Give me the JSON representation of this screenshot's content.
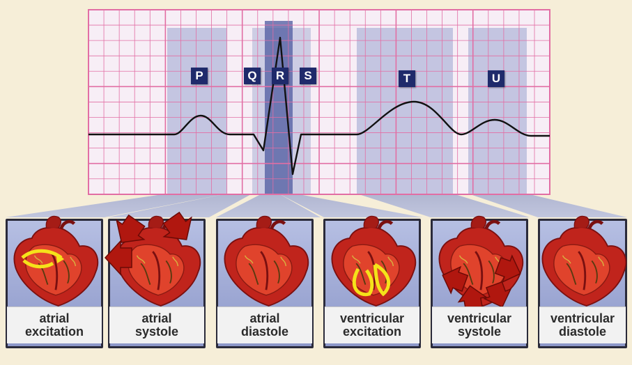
{
  "waves": [
    {
      "letter": "P"
    },
    {
      "letter": "Q"
    },
    {
      "letter": "R"
    },
    {
      "letter": "S"
    },
    {
      "letter": "T"
    },
    {
      "letter": "U"
    }
  ],
  "phases": [
    {
      "line1": "atrial",
      "line2": "excitation"
    },
    {
      "line1": "atrial",
      "line2": "systole"
    },
    {
      "line1": "atrial",
      "line2": "diastole"
    },
    {
      "line1": "ventricular",
      "line2": "excitation"
    },
    {
      "line1": "ventricular",
      "line2": "systole"
    },
    {
      "line1": "ventricular",
      "line2": "diastole"
    }
  ],
  "colors": {
    "background": "#f6eed8",
    "grid_paper": "#f7eef6",
    "grid_line": "#e26ea4",
    "highlight_band": "#9aa4cf",
    "qrs_band": "#4e5aa0",
    "trace": "#111111",
    "heart_red": "#c0241c",
    "heart_dark": "#7a1010",
    "conduction_yellow": "#f5e21a",
    "panel_bg": "#a9b3dc",
    "label_bg": "#f2f2f2"
  }
}
